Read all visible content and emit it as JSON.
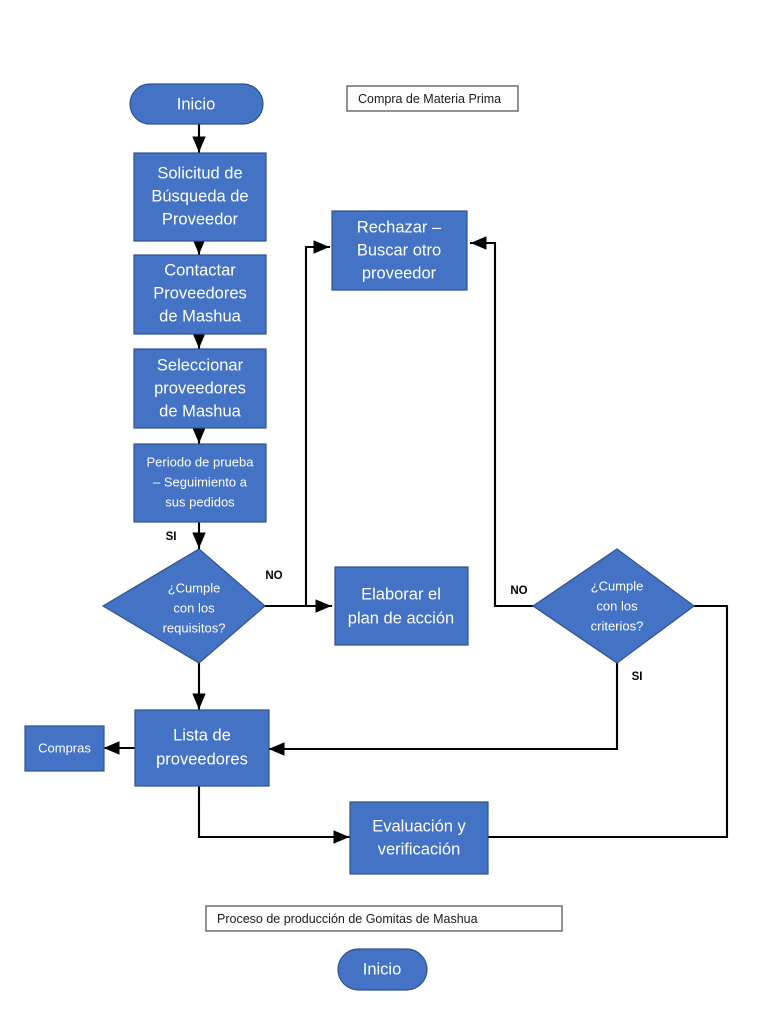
{
  "diagram": {
    "title_top": "Compra de Materia Prima",
    "title_bottom": "Proceso de producción de Gomitas de Mashua",
    "accent_color": "#4472C4",
    "accent_border_color": "#2F528F",
    "connector_color": "#000000",
    "background_color": "#FFFFFF",
    "node_text_color": "#FFFFFF"
  },
  "nodes": {
    "start": {
      "label": "Inicio",
      "shape": "terminator"
    },
    "solicitud": {
      "line1": "Solicitud de",
      "line2": "Búsqueda de",
      "line3": "Proveedor",
      "shape": "process"
    },
    "contactar": {
      "line1": "Contactar",
      "line2": "Proveedores",
      "line3": "de Mashua",
      "shape": "process"
    },
    "seleccionar": {
      "line1": "Seleccionar",
      "line2": "proveedores",
      "line3": "de Mashua",
      "shape": "process"
    },
    "periodo": {
      "line1": "Periodo de prueba",
      "line2": "– Seguimiento a",
      "line3": "sus pedidos",
      "shape": "process"
    },
    "rechazar": {
      "line1": "Rechazar –",
      "line2": "Buscar otro",
      "line3": "proveedor",
      "shape": "process"
    },
    "decision_requisitos": {
      "line1": "¿Cumple",
      "line2": "con los",
      "line3": "requisitos?",
      "shape": "decision"
    },
    "plan_accion": {
      "line1": "Elaborar el",
      "line2": "plan de acción",
      "shape": "process"
    },
    "decision_criterios": {
      "line1": "¿Cumple",
      "line2": "con los",
      "line3": "criterios?",
      "shape": "decision"
    },
    "lista": {
      "line1": "Lista de",
      "line2": "proveedores",
      "shape": "process"
    },
    "compras": {
      "label": "Compras",
      "shape": "process"
    },
    "evaluacion": {
      "line1": "Evaluación y",
      "line2": "verificación",
      "shape": "process"
    },
    "end": {
      "label": "Inicio",
      "shape": "terminator"
    }
  },
  "branch_labels": {
    "si_periodo": "SI",
    "no_requisitos": "NO",
    "no_criterios": "NO",
    "si_criterios": "SI"
  }
}
